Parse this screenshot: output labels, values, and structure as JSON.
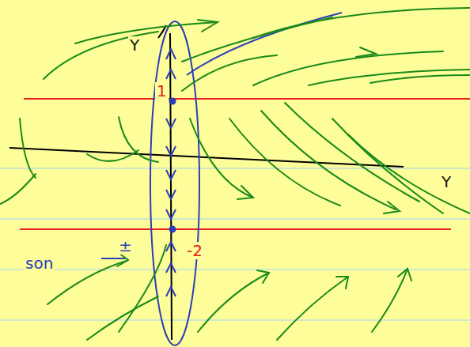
{
  "diagram": {
    "labels": [
      "Y",
      "1",
      "Y",
      "-2",
      "son",
      "±"
    ]
  }
}
